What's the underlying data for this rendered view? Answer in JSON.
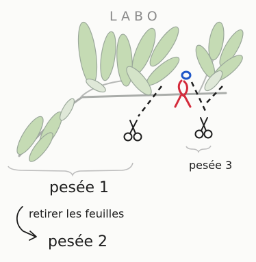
{
  "title": "LABO",
  "labels": {
    "pesee_1": "pesée 1",
    "retirer": "retirer les feuilles",
    "pesee_2": "pesée 2",
    "pesee_3": "pesée 3"
  },
  "icons": {
    "scissors_left": "scissors-icon",
    "scissors_right": "scissors-icon",
    "ribbon": "red-ribbon-icon",
    "clip": "blue-clip-icon"
  },
  "colors": {
    "leaf_fill": "#c5dbb4",
    "leaf_stroke": "#9aa79a",
    "stem": "#a9aca9",
    "ink": "#1d1d1d",
    "ribbon": "#d42a3a",
    "clip": "#1f56c8",
    "title": "#8a8a8a"
  }
}
